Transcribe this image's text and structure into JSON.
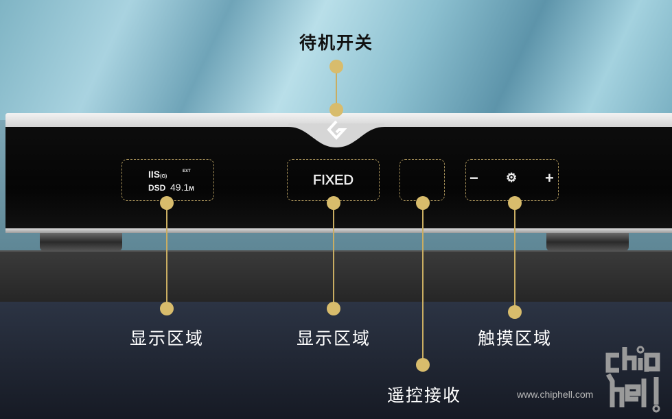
{
  "callouts": {
    "standby": "待机开关",
    "display_left": "显示区域",
    "display_center": "显示区域",
    "remote": "遥控接收",
    "touch": "触摸区域"
  },
  "display_left": {
    "line1": "IIS",
    "line1_sub": "(G)",
    "ext": "EXT",
    "line2a": "DSD",
    "line2b": "49.1",
    "line2_unit": "M"
  },
  "display_center": {
    "text": "FIXED"
  },
  "touch": {
    "minus": "−",
    "gear": "⚙",
    "plus": "+"
  },
  "watermark": {
    "url": "www.chiphell.com",
    "logo": "chiphell"
  },
  "colors": {
    "accent": "#d8bc6c"
  }
}
